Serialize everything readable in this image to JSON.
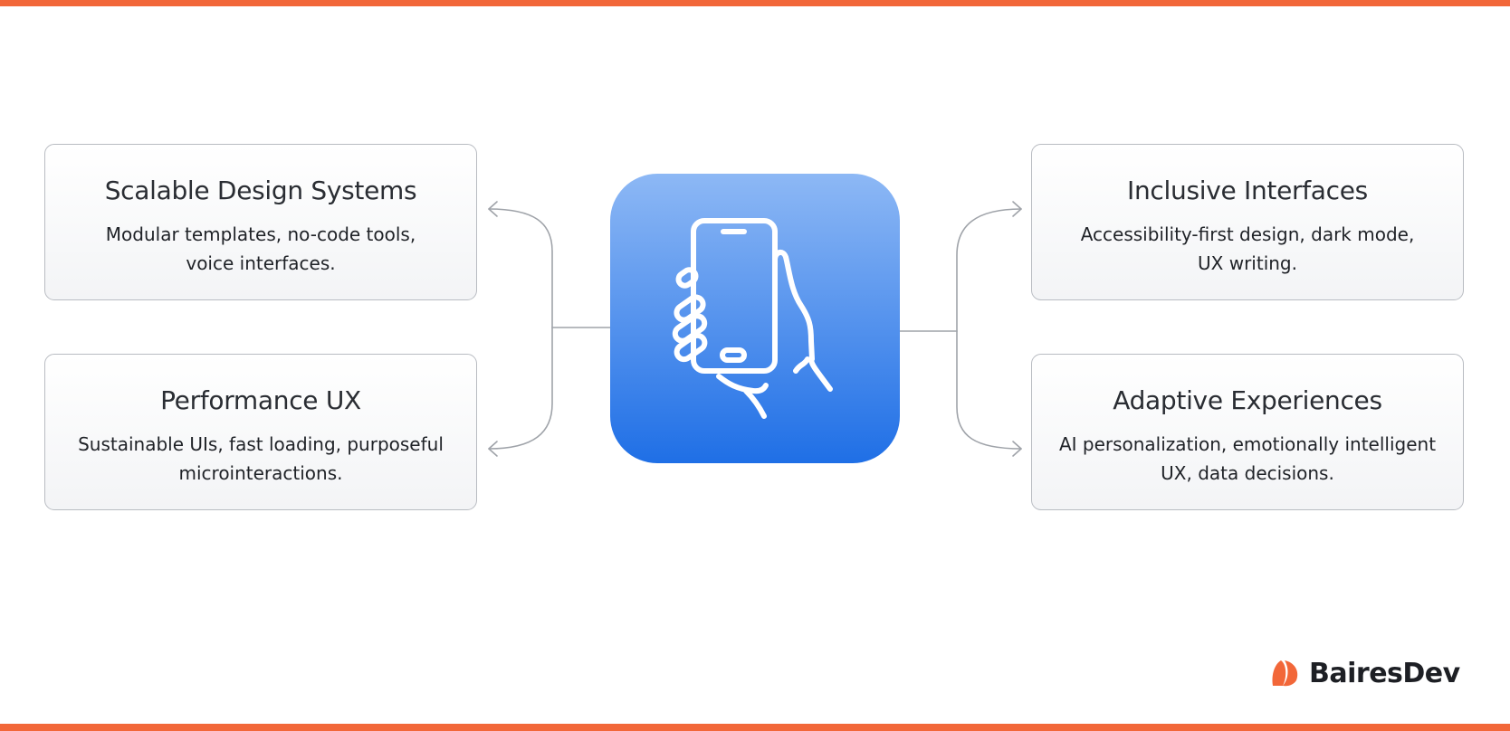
{
  "colors": {
    "accent_bar": "#f26739",
    "tile_top": "#8db8f5",
    "tile_bottom": "#1f6fe6",
    "connector": "#9fa3a9",
    "card_border": "#b9bcc2",
    "logo_mark": "#f26739"
  },
  "center": {
    "icon": "hand-holding-phone-icon"
  },
  "cards": {
    "top_left": {
      "title": "Scalable Design Systems",
      "desc_line1": "Modular templates, no-code tools,",
      "desc_line2": "voice interfaces."
    },
    "bottom_left": {
      "title": "Performance UX",
      "desc_line1": "Sustainable UIs, fast loading, purposeful",
      "desc_line2": "microinteractions."
    },
    "top_right": {
      "title": "Inclusive Interfaces",
      "desc_line1": "Accessibility-first design, dark mode,",
      "desc_line2": "UX writing."
    },
    "bottom_right": {
      "title": "Adaptive Experiences",
      "desc_line1": "AI personalization, emotionally intelligent",
      "desc_line2": "UX, data decisions."
    }
  },
  "brand": {
    "name": "BairesDev",
    "icon": "bairesdev-logo-icon"
  }
}
